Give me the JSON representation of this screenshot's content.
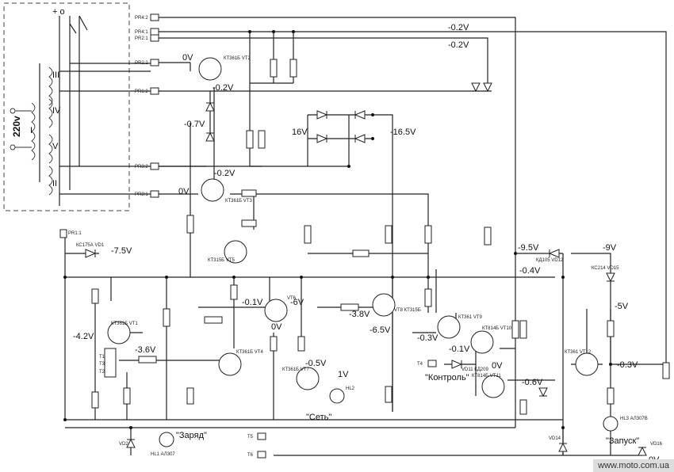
{
  "transformer": {
    "voltage": "220v",
    "windings": [
      "I",
      "III",
      "IV",
      "V",
      "II"
    ],
    "top_marks": "+ o"
  },
  "connectors": [
    "PR4:2",
    "PR4:1",
    "PR2:1",
    "PR2:2",
    "PR1:2",
    "PR3:2",
    "PR3:1",
    "PR1:1",
    "T4",
    "T5",
    "T6",
    "T1",
    "T3",
    "T2"
  ],
  "voltages": {
    "v_0_2a": "-0.2V",
    "v_0_2b": "-0.2V",
    "v_0v_top": "0V",
    "v_0_2c": "-0.2V",
    "v_0_7": "-0.7V",
    "v_16": "16V",
    "v_16_5": "-16.5V",
    "v_0_2d": "-0.2V",
    "v_0v_mid": "0V",
    "v_7_5": "-7.5V",
    "v_9_5": "-9.5V",
    "v_9": "-9V",
    "v_0_4": "-0.4V",
    "v_5": "-5V",
    "v_0_1a": "-0.1V",
    "v_6": "-6V",
    "v_3_8": "-3.8V",
    "v_0v_vt7": "0V",
    "v_6_5": "-6.5V",
    "v_4_2": "-4.2V",
    "v_3_6": "-3.6V",
    "v_0_5": "-0.5V",
    "v_1": "1V",
    "v_0_3a": "-0.3V",
    "v_0_1b": "-0.1V",
    "v_0v_vt11": "0V",
    "v_0_6": "-0.6V",
    "v_0_3b": "-0.3V",
    "v_0v_bot": "0V"
  },
  "labels": {
    "kontrol": "\"Контроль\"",
    "set": "\"Сеть\"",
    "zaryad": "\"Заряд\"",
    "zapusk": "\"Запуск\""
  },
  "parts": {
    "vt2": "КТ361Б VT2",
    "vt3": "КТ361Б VT3",
    "vt5": "КТ315Б VT5",
    "vt1": "КТ361Б VT1",
    "vt4": "КТ361Б VT4",
    "vt6": "VT6",
    "vt7": "КТ361Б VT7",
    "vt8": "VT8 КТ315Б",
    "vt9": "КТ361 VT9",
    "vt10": "КТ814Б VT10",
    "vt11": "КТ814Б VT11",
    "vt12": "КТ361 VT12",
    "vd1": "КС175А VD1",
    "vd2": "VD2",
    "vd11": "VD11 КД209",
    "vd12": "КД105 VD12",
    "vd14": "VD14",
    "vd15": "КС214 VD15",
    "vd16": "VD16",
    "hl1": "HL1 АЛ307",
    "hl2": "HL2",
    "hl3": "HL3 АЛ307В"
  },
  "footer": "www.moto.com.ua"
}
